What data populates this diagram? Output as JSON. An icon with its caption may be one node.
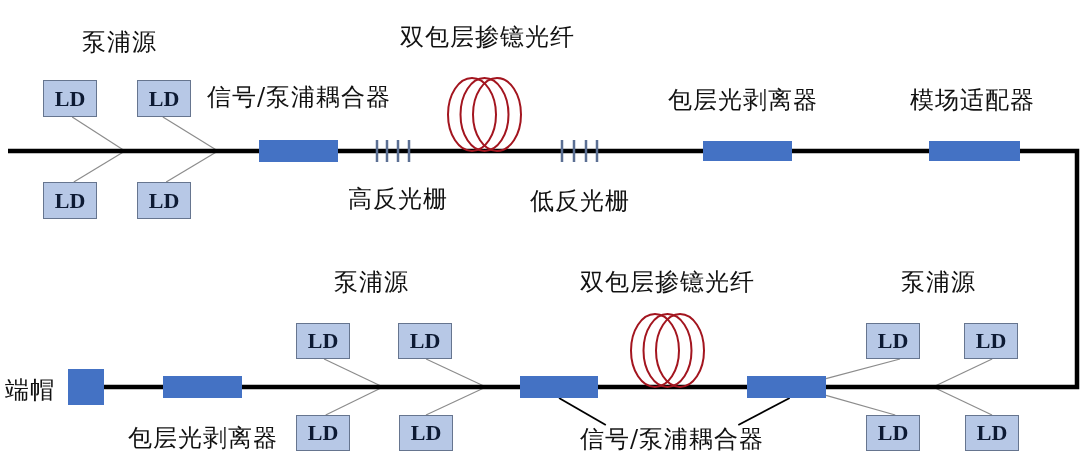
{
  "diagram": {
    "nodes": [
      {
        "text": [
          "LD"
        ]
      },
      {
        "text": [
          "LD"
        ]
      },
      {
        "text": [
          "LD"
        ]
      },
      {
        "text": [
          "LD"
        ]
      },
      {
        "text": [],
        "shape": "box"
      },
      {
        "text": [],
        "shape": "picture",
        "beside": [
          "高反光栅"
        ]
      },
      {
        "text": [],
        "shape": "circle",
        "beside": [
          "双包层掺镱光纤"
        ]
      },
      {
        "text": [],
        "shape": "picture",
        "beside": [
          "低反光栅"
        ]
      },
      {
        "text": [],
        "shape": "box",
        "beside": [
          "包层光剥离器"
        ]
      },
      {
        "text": [],
        "shape": "box",
        "beside": [
          "模场适配器"
        ]
      },
      {
        "text": [
          "LD"
        ]
      },
      {
        "text": [
          "LD"
        ]
      },
      {
        "text": [
          "LD"
        ]
      },
      {
        "text": [
          "LD"
        ]
      },
      {
        "text": [],
        "shape": "box",
        "beside": [
          "端帽"
        ]
      },
      {
        "text": [],
        "shape": "box",
        "beside": [
          "包层光剥离器"
        ]
      },
      {
        "text": [],
        "shape": "box"
      },
      {
        "text": [],
        "shape": "circle",
        "beside": [
          "双包层掺镱光纤"
        ]
      },
      {
        "text": [],
        "shape": "box"
      },
      {
        "text": [
          "LD"
        ]
      },
      {
        "text": [
          "LD"
        ]
      },
      {
        "text": [
          "信号/泵浦耦合器"
        ]
      },
      {
        "text": [
          "LD"
        ]
      },
      {
        "text": [
          "LD"
        ]
      }
    ],
    "edges": [
      {
        "from": null,
        "to": 4,
        "arrow": "none",
        "style": "thick"
      },
      {
        "from": 4,
        "to": 5,
        "arrow": "none",
        "style": "thick"
      },
      {
        "from": 5,
        "to": 6,
        "arrow": "none",
        "style": "thick"
      },
      {
        "from": 6,
        "to": 7,
        "arrow": "none",
        "style": "thick"
      },
      {
        "from": 7,
        "to": 8,
        "arrow": "none",
        "style": "thick"
      },
      {
        "from": 8,
        "to": 9,
        "arrow": "none",
        "style": "thick"
      },
      {
        "from": 9,
        "to": 18,
        "arrow": "none",
        "style": "thick"
      },
      {
        "from": 18,
        "to": 17,
        "arrow": "none",
        "style": "thick"
      },
      {
        "from": 17,
        "to": 16,
        "arrow": "none",
        "style": "thick"
      },
      {
        "from": 16,
        "to": 15,
        "arrow": "none",
        "style": "thick"
      },
      {
        "from": 15,
        "to": 14,
        "arrow": "none",
        "style": "thick"
      },
      {
        "from": 0,
        "to": null,
        "arrow": "none",
        "color": "#8c8c8c"
      },
      {
        "from": 2,
        "to": null,
        "arrow": "none",
        "color": "#8c8c8c"
      },
      {
        "from": 1,
        "to": null,
        "arrow": "none",
        "color": "#8c8c8c"
      },
      {
        "from": 3,
        "to": null,
        "arrow": "none",
        "color": "#8c8c8c"
      },
      {
        "from": 10,
        "to": null,
        "arrow": "none",
        "color": "#8c8c8c"
      },
      {
        "from": 19,
        "to": null,
        "arrow": "none",
        "color": "#8c8c8c"
      },
      {
        "from": 11,
        "to": null,
        "arrow": "none",
        "color": "#8c8c8c"
      },
      {
        "from": 20,
        "to": null,
        "arrow": "none",
        "color": "#8c8c8c"
      },
      {
        "from": 12,
        "to": 18,
        "arrow": "none",
        "color": "#8c8c8c"
      },
      {
        "from": 22,
        "to": 18,
        "arrow": "none",
        "color": "#8c8c8c"
      },
      {
        "from": 13,
        "to": null,
        "arrow": "none",
        "color": "#8c8c8c"
      },
      {
        "from": 23,
        "to": null,
        "arrow": "none",
        "color": "#8c8c8c"
      },
      {
        "from": 21,
        "to": 16,
        "arrow": "none"
      },
      {
        "from": 21,
        "to": 18,
        "arrow": "none"
      }
    ],
    "labels": [
      "泵浦源",
      "信号/泵浦耦合器",
      "泵浦源",
      "泵浦源"
    ]
  }
}
